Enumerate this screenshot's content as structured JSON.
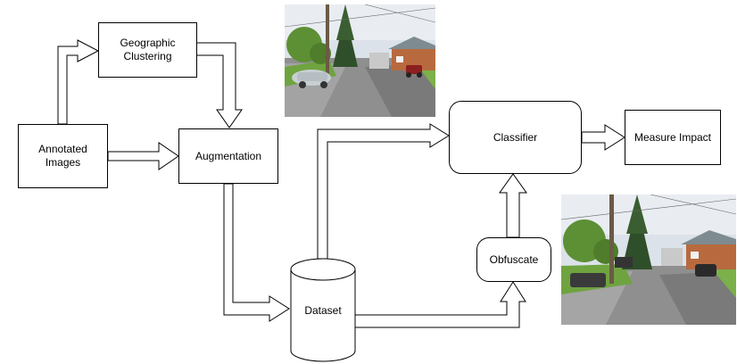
{
  "nodes": {
    "annotated_images": "Annotated\nImages",
    "geographic_clustering": "Geographic\nClustering",
    "augmentation": "Augmentation",
    "dataset": "Dataset",
    "classifier": "Classifier",
    "measure_impact": "Measure Impact",
    "obfuscate": "Obfuscate"
  },
  "images": [
    {
      "name": "street-view-photo-original",
      "obfuscated": false
    },
    {
      "name": "street-view-photo-obfuscated",
      "obfuscated": true
    }
  ],
  "colors": {
    "stroke": "#000000",
    "fill": "#ffffff",
    "sky": "#d9dfe6",
    "grass": "#6fa340",
    "road": "#9a9a9a",
    "blur": "#2a2a2a"
  }
}
